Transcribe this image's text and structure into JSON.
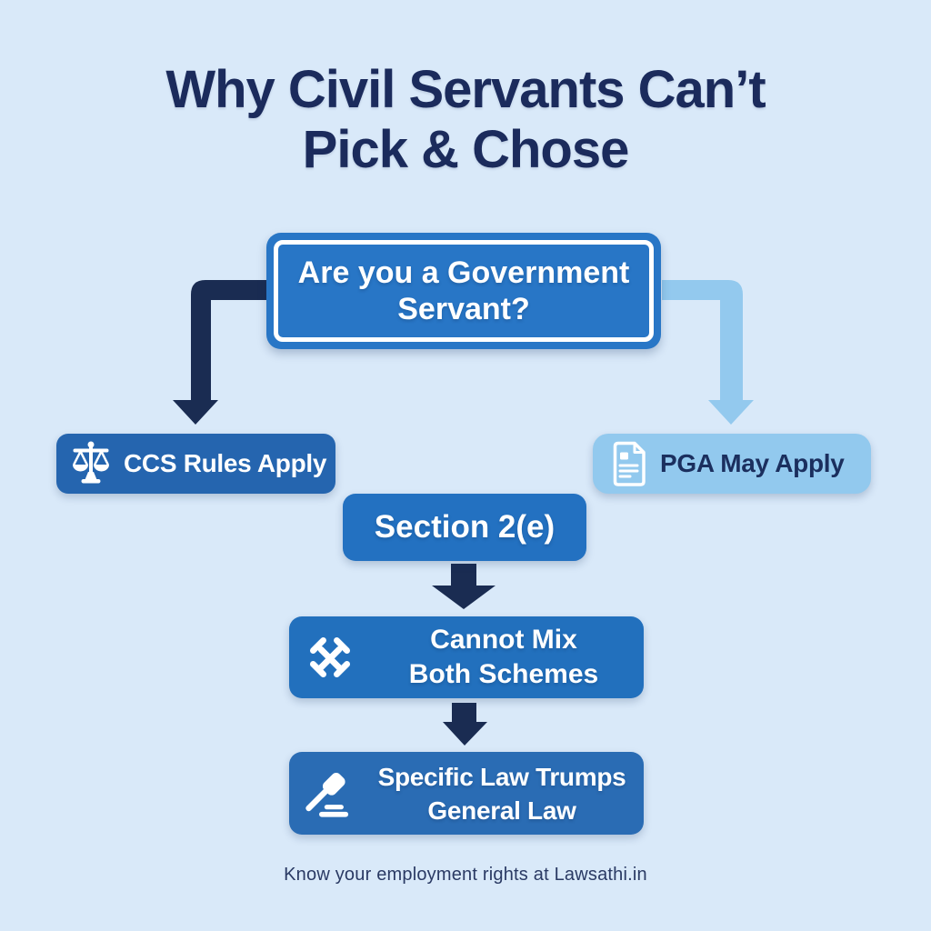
{
  "title": {
    "line1": "Why Civil Servants Can’t",
    "line2": "Pick & Chose"
  },
  "flowchart": {
    "question_box": {
      "line1": "Are you a Government",
      "line2": "Servant?"
    },
    "ccs_box": {
      "label": "CCS Rules Apply",
      "icon": "scales-of-justice"
    },
    "pga_box": {
      "label": "PGA May Apply",
      "icon": "document"
    },
    "section_box": {
      "label": "Section 2(e)"
    },
    "cannot_mix_box": {
      "line1": "Cannot Mix",
      "line2": "Both Schemes",
      "icon": "crossed-dumbbells"
    },
    "specific_law_box": {
      "line1": "Specific Law Trumps",
      "line2": "General Law",
      "icon": "gavel"
    }
  },
  "footer": {
    "text": "Know your employment rights at Lawsathi.in"
  },
  "colors": {
    "background": "#d9e9f9",
    "question_box_blue": "#2876c6",
    "ccs_box_blue": "#2565af",
    "section_box_blue": "#2371c1",
    "cannot_mix_blue": "#2270bd",
    "specific_law_blue": "#2a6cb4",
    "pga_light_blue": "#92c9ee",
    "navy_text": "#1b2b5c",
    "arrow_navy": "#1a2c52",
    "arrow_light_blue": "#93c9ee",
    "white": "#ffffff"
  }
}
